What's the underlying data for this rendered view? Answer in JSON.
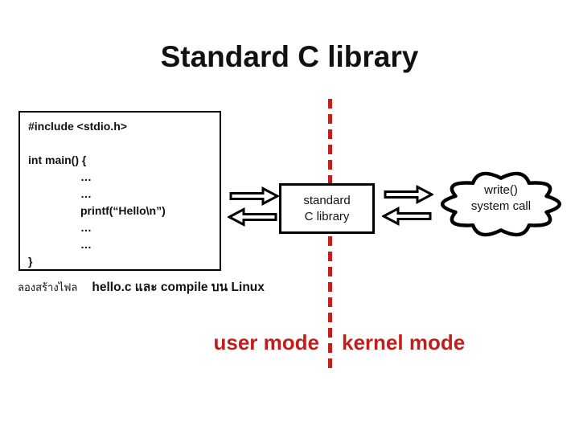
{
  "slide": {
    "title": "Standard C library",
    "code_box": {
      "lines": [
        "#include <stdio.h>",
        "",
        "int main() {",
        "…",
        "…",
        "printf(“Hello\\n”)",
        "…",
        "…",
        "}"
      ]
    },
    "library_box": {
      "line1": "standard",
      "line2": "C library"
    },
    "cloud": {
      "line1": "write()",
      "line2": "system call"
    },
    "caption": {
      "thai_prefix": "ลองสร้างไฟล",
      "main": "hello.c และ compile บน Linux"
    },
    "modes": {
      "user": "user mode",
      "kernel": "kernel mode"
    },
    "icons": {
      "arrows": [
        "block-arrow-right",
        "block-arrow-left",
        "block-arrow-right",
        "block-arrow-left"
      ],
      "cloud": "cloud-shape"
    },
    "colors": {
      "accent_red": "#C21E1E",
      "outline": "#000000",
      "background": "#FFFFFF"
    }
  }
}
